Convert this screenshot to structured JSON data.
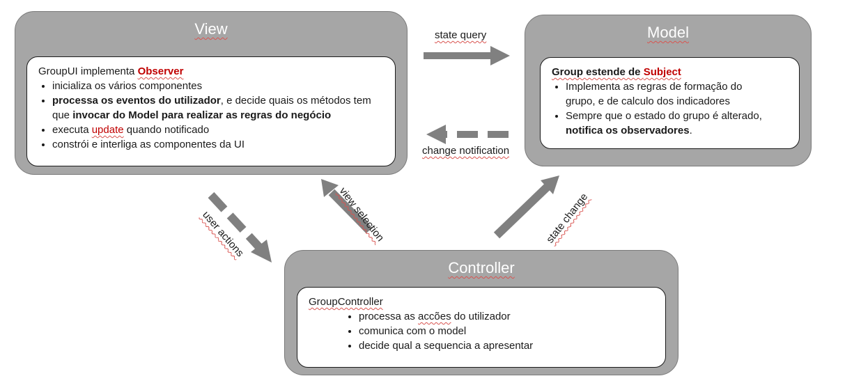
{
  "view": {
    "title": "View",
    "header_plain": "GroupUI implementa ",
    "header_red": "Observer",
    "b1": "inicializa os vários componentes",
    "b2_bold": "processa os eventos do utilizador",
    "b2_rest": ", e decide quais os métodos tem",
    "b2_line2_plain": "que ",
    "b2_line2_bold": "invocar do Model para realizar as regras do negócio",
    "b3_plain": "executa ",
    "b3_link": "update",
    "b3_rest": " quando notificado",
    "b4": "constrói e interliga as componentes da UI"
  },
  "model": {
    "title": "Model",
    "header_bold": "Group estende de ",
    "header_red": "Subject",
    "b1_line1": "Implementa as regras de formação do",
    "b1_line2": "grupo, e de calculo dos indicadores",
    "b2_line1": "Sempre que o estado do grupo é alterado,",
    "b2_bold": "notifica os observadores",
    "b2_end": "."
  },
  "controller": {
    "title": "Controller",
    "header": "GroupController",
    "b1_plain": "processa as ",
    "b1_link": "accões",
    "b1_rest": " do utilizador",
    "b2": "comunica com o model",
    "b3": "decide qual a sequencia a apresentar"
  },
  "arrows": {
    "state_query": "state query",
    "change_notification": "change notification",
    "user_actions": "user actions",
    "view_selection": "view selection",
    "state_change": "state change"
  },
  "colors": {
    "panel": "#a6a6a6",
    "arrow": "#808080",
    "accent_red": "#c00000"
  }
}
